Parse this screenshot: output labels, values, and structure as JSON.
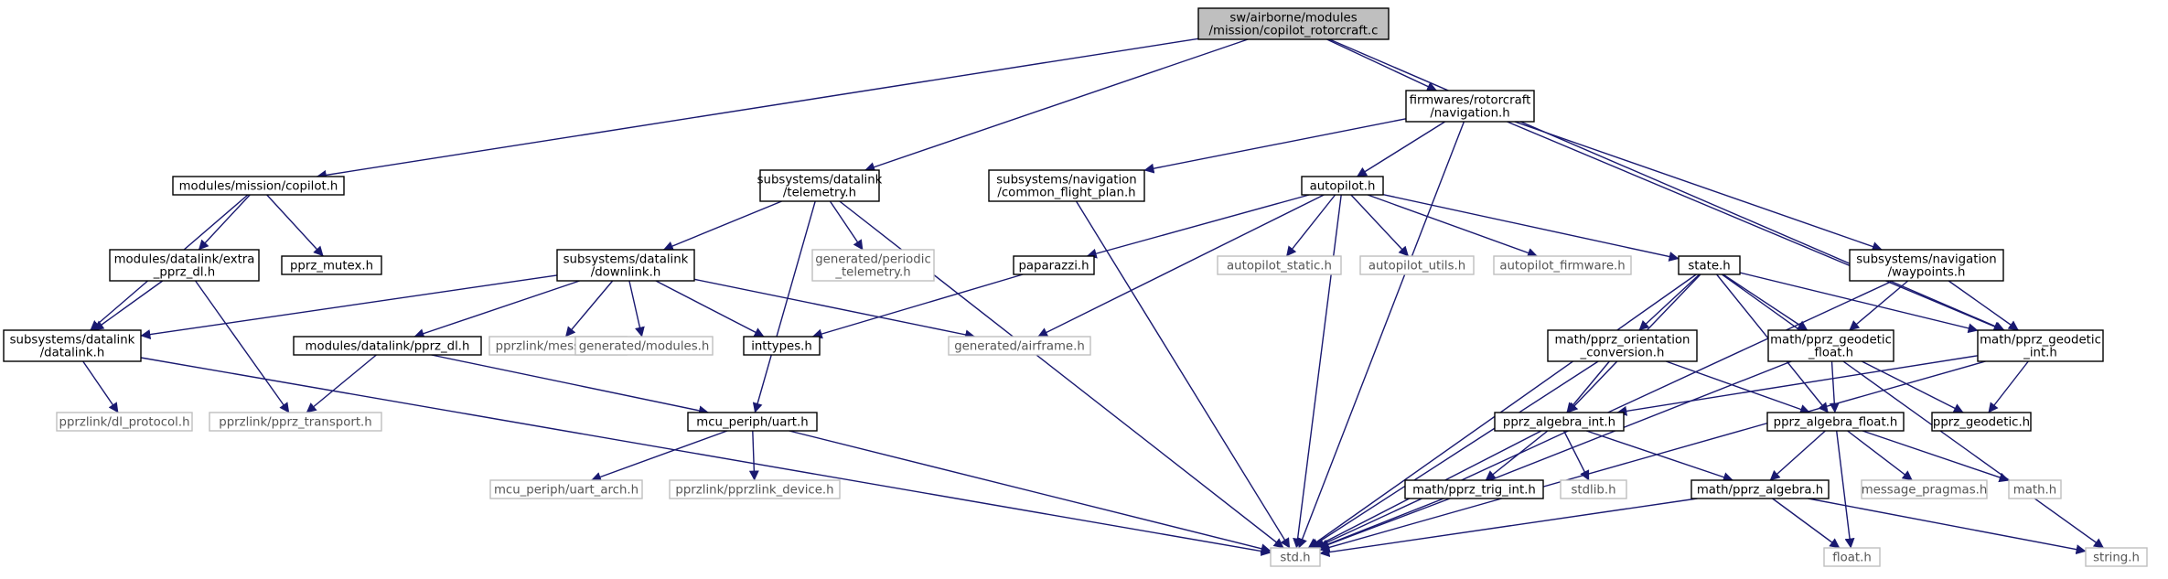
{
  "colors": {
    "edge": "#191970",
    "root_fill": "#bfbfbf",
    "node_border": "#000000",
    "external_border": "#bfbfbf",
    "external_text": "#555555",
    "node_fill": "#ffffff"
  },
  "nodes": [
    {
      "id": "copilot_rotorcraft_c",
      "lines": [
        "sw/airborne/modules",
        "/mission/copilot_rotorcraft.c"
      ],
      "kind": "root"
    },
    {
      "id": "copilot_h",
      "lines": [
        "modules/mission/copilot.h"
      ],
      "kind": "internal"
    },
    {
      "id": "telemetry_h",
      "lines": [
        "subsystems/datalink",
        "/telemetry.h"
      ],
      "kind": "internal"
    },
    {
      "id": "rotorcraft_navigation_h",
      "lines": [
        "firmwares/rotorcraft",
        "/navigation.h"
      ],
      "kind": "internal"
    },
    {
      "id": "extra_pprz_dl_h",
      "lines": [
        "modules/datalink/extra",
        "_pprz_dl.h"
      ],
      "kind": "internal"
    },
    {
      "id": "pprz_mutex_h",
      "lines": [
        "pprz_mutex.h"
      ],
      "kind": "internal"
    },
    {
      "id": "datalink_h",
      "lines": [
        "subsystems/datalink",
        "/datalink.h"
      ],
      "kind": "internal"
    },
    {
      "id": "dl_protocol_h",
      "lines": [
        "pprzlink/dl_protocol.h"
      ],
      "kind": "external"
    },
    {
      "id": "pprz_transport_h",
      "lines": [
        "pprzlink/pprz_transport.h"
      ],
      "kind": "external"
    },
    {
      "id": "downlink_h",
      "lines": [
        "subsystems/datalink",
        "/downlink.h"
      ],
      "kind": "internal"
    },
    {
      "id": "periodic_telemetry_h",
      "lines": [
        "generated/periodic",
        "_telemetry.h"
      ],
      "kind": "external"
    },
    {
      "id": "modules_pprz_dl_h",
      "lines": [
        "modules/datalink/pprz_dl.h"
      ],
      "kind": "internal"
    },
    {
      "id": "pprzlink_messages_h",
      "lines": [
        "pprzlink/messages.h"
      ],
      "kind": "external"
    },
    {
      "id": "generated_modules_h",
      "lines": [
        "generated/modules.h"
      ],
      "kind": "external"
    },
    {
      "id": "inttypes_h",
      "lines": [
        "inttypes.h"
      ],
      "kind": "internal"
    },
    {
      "id": "generated_airframe_h",
      "lines": [
        "generated/airframe.h"
      ],
      "kind": "external"
    },
    {
      "id": "uart_h",
      "lines": [
        "mcu_periph/uart.h"
      ],
      "kind": "internal"
    },
    {
      "id": "uart_arch_h",
      "lines": [
        "mcu_periph/uart_arch.h"
      ],
      "kind": "external"
    },
    {
      "id": "pprzlink_device_h",
      "lines": [
        "pprzlink/pprzlink_device.h"
      ],
      "kind": "external"
    },
    {
      "id": "std_h",
      "lines": [
        "std.h"
      ],
      "kind": "external"
    },
    {
      "id": "common_flight_plan_h",
      "lines": [
        "subsystems/navigation",
        "/common_flight_plan.h"
      ],
      "kind": "internal"
    },
    {
      "id": "autopilot_h",
      "lines": [
        "autopilot.h"
      ],
      "kind": "internal"
    },
    {
      "id": "paparazzi_h",
      "lines": [
        "paparazzi.h"
      ],
      "kind": "internal"
    },
    {
      "id": "autopilot_static_h",
      "lines": [
        "autopilot_static.h"
      ],
      "kind": "external"
    },
    {
      "id": "autopilot_utils_h",
      "lines": [
        "autopilot_utils.h"
      ],
      "kind": "external"
    },
    {
      "id": "autopilot_firmware_h",
      "lines": [
        "autopilot_firmware.h"
      ],
      "kind": "external"
    },
    {
      "id": "state_h",
      "lines": [
        "state.h"
      ],
      "kind": "internal"
    },
    {
      "id": "waypoints_h",
      "lines": [
        "subsystems/navigation",
        "/waypoints.h"
      ],
      "kind": "internal"
    },
    {
      "id": "pprz_orientation_conversion_h",
      "lines": [
        "math/pprz_orientation",
        "_conversion.h"
      ],
      "kind": "internal"
    },
    {
      "id": "pprz_geodetic_float_h",
      "lines": [
        "math/pprz_geodetic",
        "_float.h"
      ],
      "kind": "internal"
    },
    {
      "id": "pprz_geodetic_int_h",
      "lines": [
        "math/pprz_geodetic",
        "_int.h"
      ],
      "kind": "internal"
    },
    {
      "id": "pprz_algebra_int_h",
      "lines": [
        "pprz_algebra_int.h"
      ],
      "kind": "internal"
    },
    {
      "id": "pprz_algebra_float_h",
      "lines": [
        "pprz_algebra_float.h"
      ],
      "kind": "internal"
    },
    {
      "id": "pprz_geodetic_h",
      "lines": [
        "pprz_geodetic.h"
      ],
      "kind": "internal"
    },
    {
      "id": "pprz_trig_int_h",
      "lines": [
        "math/pprz_trig_int.h"
      ],
      "kind": "internal"
    },
    {
      "id": "stdlib_h",
      "lines": [
        "stdlib.h"
      ],
      "kind": "external"
    },
    {
      "id": "pprz_algebra_h",
      "lines": [
        "math/pprz_algebra.h"
      ],
      "kind": "internal"
    },
    {
      "id": "message_pragmas_h",
      "lines": [
        "message_pragmas.h"
      ],
      "kind": "external"
    },
    {
      "id": "math_h",
      "lines": [
        "math.h"
      ],
      "kind": "external"
    },
    {
      "id": "float_h",
      "lines": [
        "float.h"
      ],
      "kind": "external"
    },
    {
      "id": "string_h",
      "lines": [
        "string.h"
      ],
      "kind": "external"
    }
  ],
  "edges": [
    [
      "copilot_rotorcraft_c",
      "copilot_h"
    ],
    [
      "copilot_rotorcraft_c",
      "telemetry_h"
    ],
    [
      "copilot_rotorcraft_c",
      "rotorcraft_navigation_h"
    ],
    [
      "copilot_rotorcraft_c",
      "pprz_geodetic_int_h"
    ],
    [
      "copilot_h",
      "extra_pprz_dl_h"
    ],
    [
      "copilot_h",
      "pprz_mutex_h"
    ],
    [
      "copilot_h",
      "datalink_h"
    ],
    [
      "extra_pprz_dl_h",
      "datalink_h"
    ],
    [
      "extra_pprz_dl_h",
      "pprz_transport_h"
    ],
    [
      "datalink_h",
      "dl_protocol_h"
    ],
    [
      "datalink_h",
      "std_h"
    ],
    [
      "telemetry_h",
      "downlink_h"
    ],
    [
      "telemetry_h",
      "periodic_telemetry_h"
    ],
    [
      "telemetry_h",
      "uart_h"
    ],
    [
      "telemetry_h",
      "std_h"
    ],
    [
      "downlink_h",
      "datalink_h"
    ],
    [
      "downlink_h",
      "modules_pprz_dl_h"
    ],
    [
      "downlink_h",
      "pprzlink_messages_h"
    ],
    [
      "downlink_h",
      "generated_modules_h"
    ],
    [
      "downlink_h",
      "inttypes_h"
    ],
    [
      "downlink_h",
      "generated_airframe_h"
    ],
    [
      "modules_pprz_dl_h",
      "pprz_transport_h"
    ],
    [
      "modules_pprz_dl_h",
      "uart_h"
    ],
    [
      "uart_h",
      "uart_arch_h"
    ],
    [
      "uart_h",
      "pprzlink_device_h"
    ],
    [
      "uart_h",
      "std_h"
    ],
    [
      "rotorcraft_navigation_h",
      "common_flight_plan_h"
    ],
    [
      "rotorcraft_navigation_h",
      "autopilot_h"
    ],
    [
      "rotorcraft_navigation_h",
      "waypoints_h"
    ],
    [
      "rotorcraft_navigation_h",
      "pprz_geodetic_int_h"
    ],
    [
      "rotorcraft_navigation_h",
      "std_h"
    ],
    [
      "common_flight_plan_h",
      "std_h"
    ],
    [
      "autopilot_h",
      "paparazzi_h"
    ],
    [
      "autopilot_h",
      "autopilot_static_h"
    ],
    [
      "autopilot_h",
      "autopilot_utils_h"
    ],
    [
      "autopilot_h",
      "autopilot_firmware_h"
    ],
    [
      "autopilot_h",
      "state_h"
    ],
    [
      "autopilot_h",
      "generated_airframe_h"
    ],
    [
      "autopilot_h",
      "std_h"
    ],
    [
      "paparazzi_h",
      "inttypes_h"
    ],
    [
      "state_h",
      "pprz_orientation_conversion_h"
    ],
    [
      "state_h",
      "pprz_geodetic_float_h"
    ],
    [
      "state_h",
      "pprz_geodetic_int_h"
    ],
    [
      "state_h",
      "pprz_algebra_int_h"
    ],
    [
      "state_h",
      "pprz_algebra_float_h"
    ],
    [
      "state_h",
      "string_h"
    ],
    [
      "state_h",
      "std_h"
    ],
    [
      "waypoints_h",
      "pprz_geodetic_float_h"
    ],
    [
      "waypoints_h",
      "pprz_geodetic_int_h"
    ],
    [
      "waypoints_h",
      "std_h"
    ],
    [
      "pprz_orientation_conversion_h",
      "pprz_algebra_int_h"
    ],
    [
      "pprz_orientation_conversion_h",
      "pprz_algebra_float_h"
    ],
    [
      "pprz_orientation_conversion_h",
      "std_h"
    ],
    [
      "pprz_geodetic_float_h",
      "pprz_geodetic_h"
    ],
    [
      "pprz_geodetic_float_h",
      "pprz_algebra_float_h"
    ],
    [
      "pprz_geodetic_float_h",
      "std_h"
    ],
    [
      "pprz_geodetic_int_h",
      "pprz_geodetic_h"
    ],
    [
      "pprz_geodetic_int_h",
      "pprz_algebra_int_h"
    ],
    [
      "pprz_geodetic_int_h",
      "std_h"
    ],
    [
      "pprz_algebra_int_h",
      "pprz_trig_int_h"
    ],
    [
      "pprz_algebra_int_h",
      "stdlib_h"
    ],
    [
      "pprz_algebra_int_h",
      "pprz_algebra_h"
    ],
    [
      "pprz_algebra_int_h",
      "std_h"
    ],
    [
      "pprz_trig_int_h",
      "std_h"
    ],
    [
      "pprz_algebra_float_h",
      "pprz_algebra_h"
    ],
    [
      "pprz_algebra_float_h",
      "message_pragmas_h"
    ],
    [
      "pprz_algebra_float_h",
      "math_h"
    ],
    [
      "pprz_algebra_float_h",
      "float_h"
    ],
    [
      "pprz_algebra_h",
      "float_h"
    ],
    [
      "pprz_algebra_h",
      "string_h"
    ],
    [
      "pprz_algebra_h",
      "std_h"
    ]
  ]
}
